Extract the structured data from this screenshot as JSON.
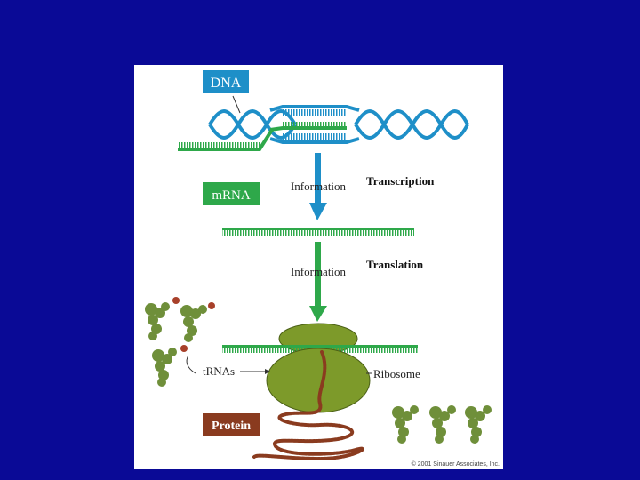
{
  "diagram": {
    "labels": {
      "dna": "DNA",
      "mrna": "mRNA",
      "protein": "Protein",
      "information_1": "Information",
      "information_2": "Information",
      "transcription": "Transcription",
      "translation": "Translation",
      "trnas": "tRNAs",
      "ribosome": "Ribosome",
      "copyright": "© 2001 Sinauer Associates, Inc."
    },
    "colors": {
      "background": "#0a0a96",
      "panel": "#ffffff",
      "dna_blue": "#1e8fc8",
      "rna_green": "#2ea84a",
      "protein_brown": "#8a3b1f",
      "ribosome_olive": "#7d9a2a",
      "trna_olive": "#6f8f3a"
    }
  }
}
